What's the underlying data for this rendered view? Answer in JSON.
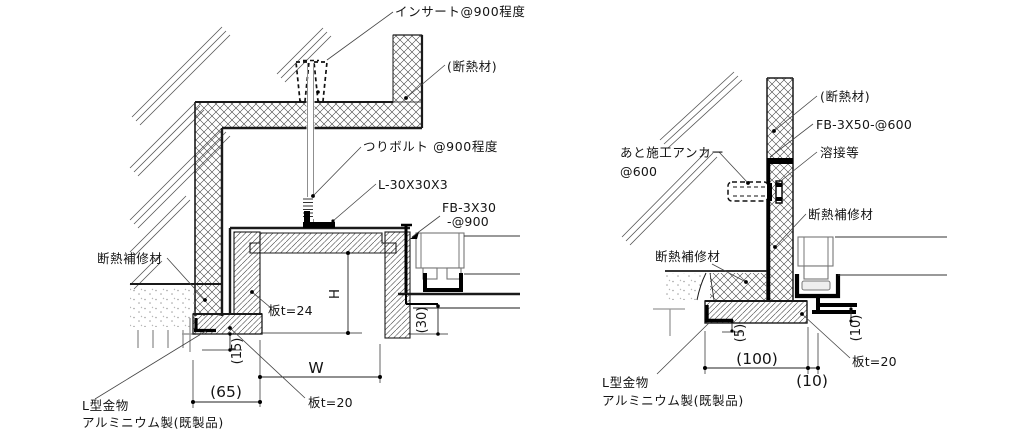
{
  "colors": {
    "line": "#1a1a1a",
    "gray": "#8f8f8f",
    "hatch": "#3c3c3c"
  },
  "left": {
    "labels": {
      "insert": "インサート@900程度",
      "insulation": "(断熱材)",
      "hanging_bolt": "つりボルト @900程度",
      "angle": "L-30X30X3",
      "flat_bar_1": "FB-3X30",
      "flat_bar_2": "-@900",
      "insulation_repair": "断熱補修材",
      "board_t24": "板t=24",
      "board_t20": "板t=20",
      "l_fitting_1": "L型金物",
      "l_fitting_2": "アルミニウム製(既製品)"
    },
    "dims": {
      "h": "H",
      "w": "W",
      "d30": "(30)",
      "d15": "(15)",
      "d65": "(65)"
    }
  },
  "right": {
    "labels": {
      "insulation": "(断熱材)",
      "flat_bar": "FB-3X50-@600",
      "welding": "溶接等",
      "anchor_1": "あと施工アンカー",
      "anchor_2": "@600",
      "insulation_repair_upper": "断熱補修材",
      "insulation_repair_lower": "断熱補修材",
      "board_t20": "板t=20",
      "l_fitting_1": "L型金物",
      "l_fitting_2": "アルミニウム製(既製品)"
    },
    "dims": {
      "d5": "(5)",
      "d100": "(100)",
      "d10_bottom": "(10)",
      "d10_side": "(10)"
    }
  }
}
